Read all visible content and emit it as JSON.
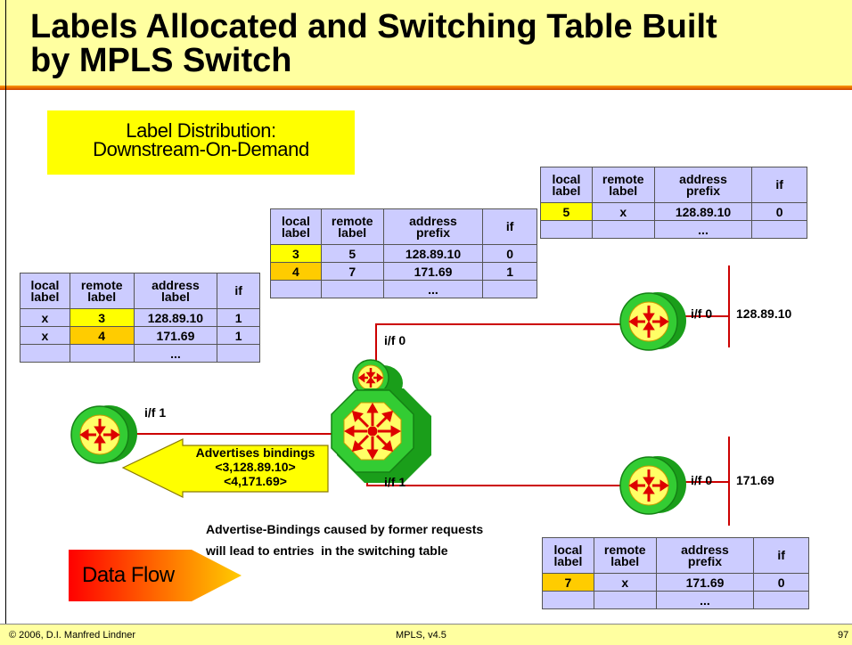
{
  "title_line1": "Labels Allocated and Switching Table Built",
  "title_line2": "by MPLS Switch",
  "label_distribution_line1": "Label Distribution:",
  "label_distribution_line2": "Downstream-On-Demand",
  "table_top_right": {
    "headers": [
      "local\nlabel",
      "remote\nlabel",
      "address\nprefix",
      "if"
    ],
    "rows": [
      [
        "5",
        "x",
        "128.89.10",
        "0"
      ],
      [
        "",
        "",
        "...",
        ""
      ]
    ]
  },
  "table_middle": {
    "headers": [
      "local\nlabel",
      "remote\nlabel",
      "address\nprefix",
      "if"
    ],
    "rows": [
      [
        "3",
        "5",
        "128.89.10",
        "0"
      ],
      [
        "4",
        "7",
        "171.69",
        "1"
      ],
      [
        "",
        "",
        "...",
        ""
      ]
    ]
  },
  "table_left": {
    "headers": [
      "local\nlabel",
      "remote\nlabel",
      "address\nlabel",
      "if"
    ],
    "rows": [
      [
        "x",
        "3",
        "128.89.10",
        "1"
      ],
      [
        "x",
        "4",
        "171.69",
        "1"
      ],
      [
        "",
        "",
        "...",
        ""
      ]
    ]
  },
  "table_bottom_right": {
    "headers": [
      "local\nlabel",
      "remote\nlabel",
      "address\nprefix",
      "if"
    ],
    "rows": [
      [
        "7",
        "x",
        "171.69",
        "0"
      ],
      [
        "",
        "",
        "...",
        ""
      ]
    ]
  },
  "interfaces": {
    "switch_top": "i/f 0",
    "switch_bottom": "i/f 1",
    "switch_left": "i/f 1",
    "router_top": "i/f 0",
    "router_bottom": "i/f 0"
  },
  "networks": {
    "top": "128.89.10",
    "bottom": "171.69"
  },
  "advertise_line1": "Advertises bindings",
  "advertise_line2": "<3,128.89.10>",
  "advertise_line3": "<4,171.69>",
  "note_line1": "Advertise-Bindings caused by former requests",
  "note_line2": "will lead to entries  in the switching table",
  "data_flow": "Data Flow",
  "footer_left": "© 2006, D.I. Manfred Lindner",
  "footer_center": "MPLS, v4.5",
  "footer_right": "97",
  "colors": {
    "header_bg": "#ffffa0",
    "table_cell": "#ccccff",
    "highlight_yellow": "#ffff00",
    "highlight_orange": "#ffcc00",
    "link_line": "#cc0000",
    "router_green": "#33cc33"
  }
}
